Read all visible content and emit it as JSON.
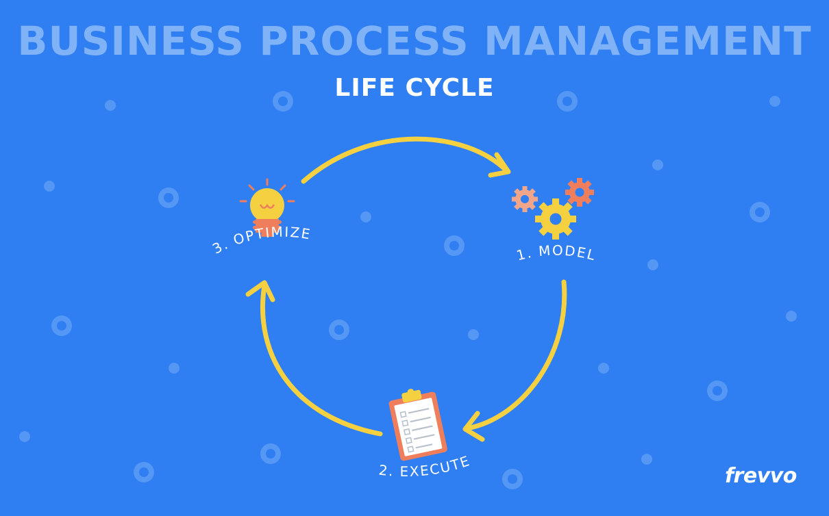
{
  "header": {
    "title": "BUSINESS PROCESS MANAGEMENT",
    "subtitle": "LIFE CYCLE"
  },
  "cycle": {
    "steps": [
      {
        "label": "1. MODEL",
        "icon": "gears-icon"
      },
      {
        "label": "2. EXECUTE",
        "icon": "clipboard-checklist-icon"
      },
      {
        "label": "3. OPTIMIZE",
        "icon": "lightbulb-icon"
      }
    ],
    "arrow_color": "#f5d142"
  },
  "brand": {
    "logo_text": "frevvo"
  },
  "colors": {
    "background": "#2f7ef2",
    "title": "#7fb2f6",
    "accent_yellow": "#f5d142",
    "accent_coral": "#ef7f5c"
  }
}
